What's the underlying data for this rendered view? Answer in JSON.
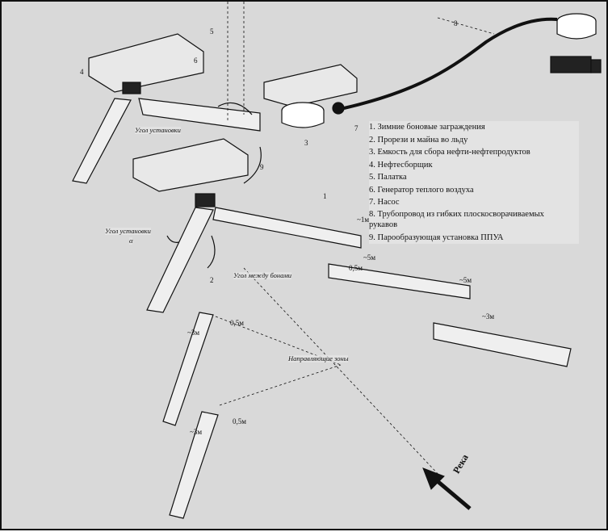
{
  "legend": {
    "items": [
      "1. Зимние боновые заграждения",
      "2. Прорези и майна во льду",
      "3. Емкость для сбора нефти-нефтепродуктов",
      "4. Нефтесборщик",
      "5. Палатка",
      "6. Генератор теплого воздуха",
      "7. Насос",
      "8. Трубопровод из гибких плоскосворачиваемых рукавов",
      "9. Парообразующая установка ППУА"
    ]
  },
  "labels": {
    "angle_setup_top": "Угол установки",
    "angle_setup_mid": "Угол установки",
    "angle_alpha": "α",
    "angle_between": "Угол между бонами",
    "direct_zones": "Направляющие зоны",
    "river": "Река"
  },
  "dims": {
    "d1": "~1м",
    "d2": "~5м",
    "d3": "0,5м",
    "d4": "~3м",
    "d5": "~5м",
    "d6": "~3м",
    "d7": "~3м",
    "d8": "0,5м",
    "d9": "0,5м"
  },
  "callouts": [
    "1",
    "2",
    "3",
    "4",
    "5",
    "6",
    "7",
    "8",
    "9"
  ],
  "colors": {
    "line": "#111111",
    "background": "#d9d9d9"
  }
}
